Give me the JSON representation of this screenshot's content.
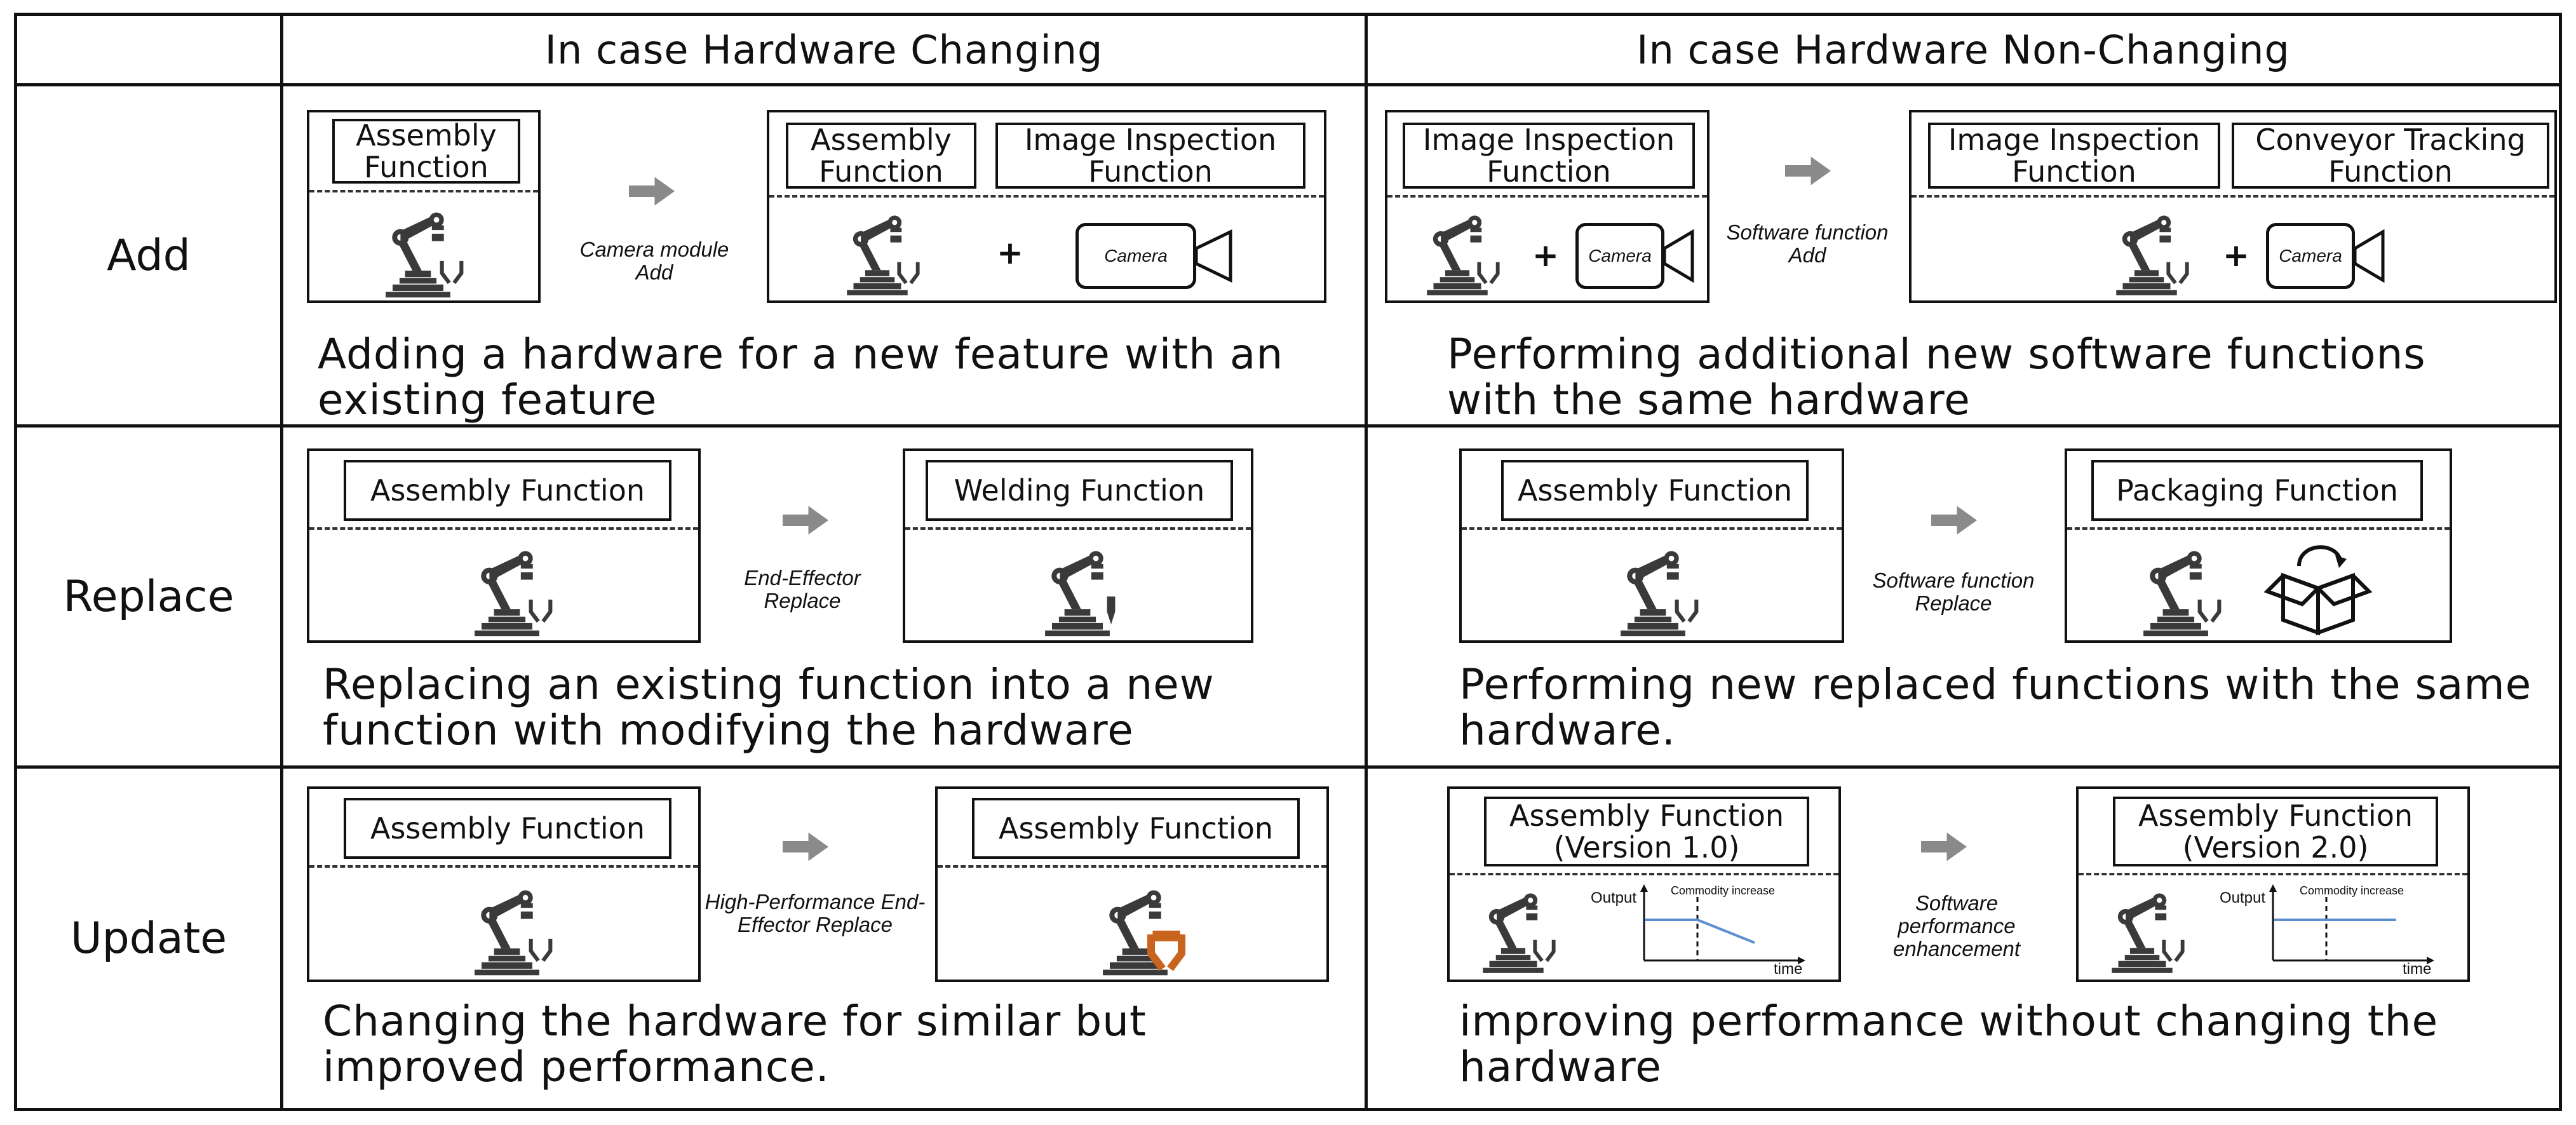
{
  "columns": {
    "hw_changing": "In case Hardware Changing",
    "hw_nonchanging": "In case Hardware Non-Changing"
  },
  "rows": {
    "add": "Add",
    "replace": "Replace",
    "update": "Update"
  },
  "cells": {
    "add_hw": {
      "before": [
        "Assembly Function"
      ],
      "arrow": "Camera module Add",
      "after": [
        "Assembly Function",
        "Image Inspection Function"
      ],
      "camera": "Camera",
      "desc": "Adding a hardware for a new feature with an existing feature"
    },
    "add_sw": {
      "before": [
        "Image Inspection Function"
      ],
      "arrow": "Software function Add",
      "after": [
        "Image Inspection Function",
        "Conveyor Tracking Function"
      ],
      "camera_before": "Camera",
      "camera_after": "Camera",
      "desc": "Performing additional new software functions with the same hardware"
    },
    "replace_hw": {
      "before": "Assembly Function",
      "arrow": "End-Effector Replace",
      "after": "Welding Function",
      "desc": "Replacing an existing function into a new function with modifying the hardware"
    },
    "replace_sw": {
      "before": "Assembly Function",
      "arrow": "Software function Replace",
      "after": "Packaging Function",
      "desc": "Performing new replaced functions with the same hardware."
    },
    "update_hw": {
      "before": "Assembly Function",
      "arrow": "High-Performance End-Effector Replace",
      "after": "Assembly Function",
      "desc": "Changing the hardware for similar but improved performance."
    },
    "update_sw": {
      "before": "Assembly Function (Version 1.0)",
      "arrow": "Software performance enhancement",
      "after": "Assembly Function (Version 2.0)",
      "chart_output": "Output",
      "chart_time": "time",
      "chart_note": "Commodity increase",
      "desc": "improving performance without changing the hardware"
    }
  },
  "colors": {
    "line": "#111111",
    "arrow": "#8a8a8a",
    "robot": "#3a3a3a",
    "gripper_upgrade": "#c8641e",
    "chart_line": "#5b8fd0"
  }
}
